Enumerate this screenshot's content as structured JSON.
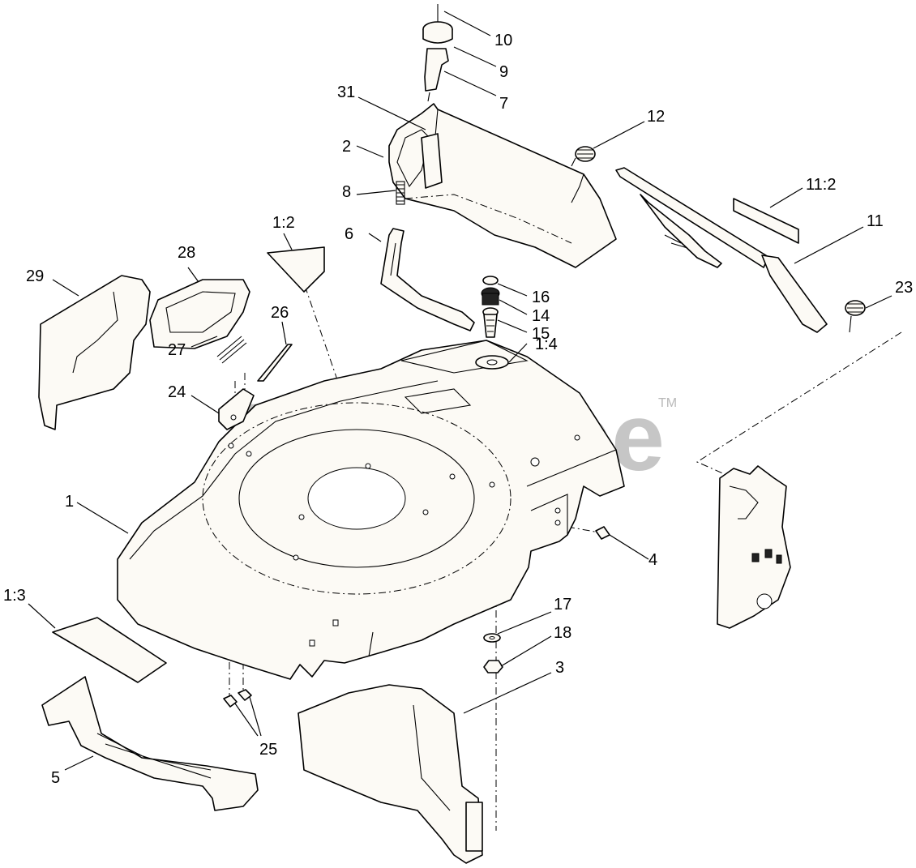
{
  "watermark": {
    "text": "PartsTree",
    "trademark": "TM"
  },
  "callouts": {
    "c10": "10",
    "c9": "9",
    "c7": "7",
    "c31": "31",
    "c2": "2",
    "c12": "12",
    "c8": "8",
    "c6": "6",
    "c11_2": "11:2",
    "c11": "11",
    "c1_2": "1:2",
    "c28": "28",
    "c29": "29",
    "c26": "26",
    "c16": "16",
    "c14": "14",
    "c23": "23",
    "c15": "15",
    "c27": "27",
    "c1_4": "1:4",
    "c24": "24",
    "c1": "1",
    "c4": "4",
    "c1_3": "1:3",
    "c17": "17",
    "c18": "18",
    "c3": "3",
    "c25": "25",
    "c5": "5"
  }
}
